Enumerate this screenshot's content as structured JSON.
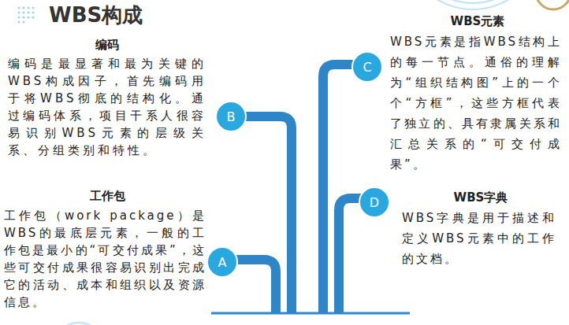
{
  "diagram": {
    "title": "WBS构成",
    "nodes": [
      {
        "text": [
          "C"
        ]
      },
      {
        "text": [
          "B"
        ]
      },
      {
        "text": [
          "D"
        ]
      },
      {
        "text": [
          "A"
        ]
      }
    ],
    "labels": [
      "WBS元素",
      "WBS元素是指WBS结构上的每一节点。通俗的理解为“组织结构图”上的一个个“方框”，这些方框代表了独立的、具有隶属关系和汇总关系的“可交付成果”。",
      "编码",
      "编码是最显著和最为关键的WBS构成因子，首先编码用于将WBS彻底的结构化。通过编码体系，项目干系人很容易识别WBS元素的层级关系、分组类别和特性。",
      "工作包",
      "工作包（work package）是WBS的最底层元素，一般的工作包是最小的“可交付成果”，这些可交付成果很容易识别出完成它的活动、成本和组织以及资源信息。",
      "WBS字典",
      "WBS字典是用于描述和定义WBS元素中的工作的文档。"
    ]
  }
}
